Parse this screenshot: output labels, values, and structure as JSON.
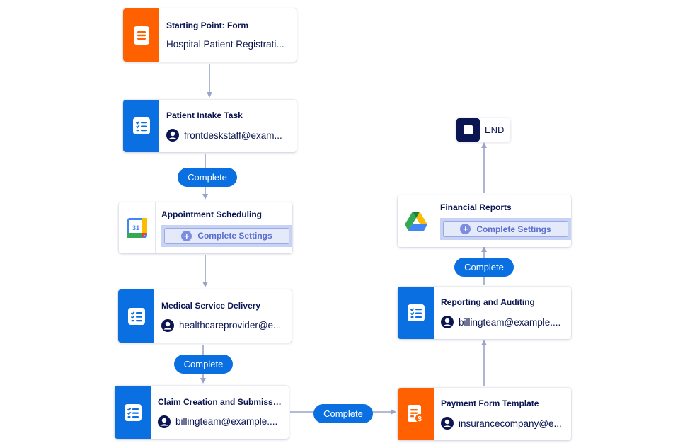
{
  "nodes": {
    "start": {
      "title": "Starting Point: Form",
      "subtitle": "Hospital Patient Registrati..."
    },
    "intake": {
      "title": "Patient Intake Task",
      "assignee": "frontdeskstaff@exam..."
    },
    "appointment": {
      "title": "Appointment Scheduling",
      "button": "Complete Settings"
    },
    "medical": {
      "title": "Medical Service Delivery",
      "assignee": "healthcareprovider@e..."
    },
    "claim": {
      "title": "Claim Creation and Submissi...",
      "assignee": "billingteam@example...."
    },
    "payment": {
      "title": "Payment Form Template",
      "assignee": "insurancecompany@e..."
    },
    "reporting": {
      "title": "Reporting and Auditing",
      "assignee": "billingteam@example...."
    },
    "financial": {
      "title": "Financial Reports",
      "button": "Complete Settings"
    },
    "end": {
      "label": "END"
    }
  },
  "edges": {
    "intake_to_appointment": "Complete",
    "medical_to_claim": "Complete",
    "claim_to_payment": "Complete",
    "reporting_to_financial": "Complete"
  },
  "colors": {
    "primary": "#0a6fe0",
    "orange": "#ff6100",
    "navy": "#0a1551",
    "connector": "#9aa3c9",
    "settings_bg": "#c8d2f5"
  },
  "icons": {
    "start": "form-icon",
    "intake": "task-list-icon",
    "appointment": "google-calendar-icon",
    "medical": "task-list-icon",
    "claim": "task-list-icon",
    "payment": "payment-form-icon",
    "reporting": "task-list-icon",
    "financial": "google-drive-icon",
    "end": "stop-icon"
  }
}
